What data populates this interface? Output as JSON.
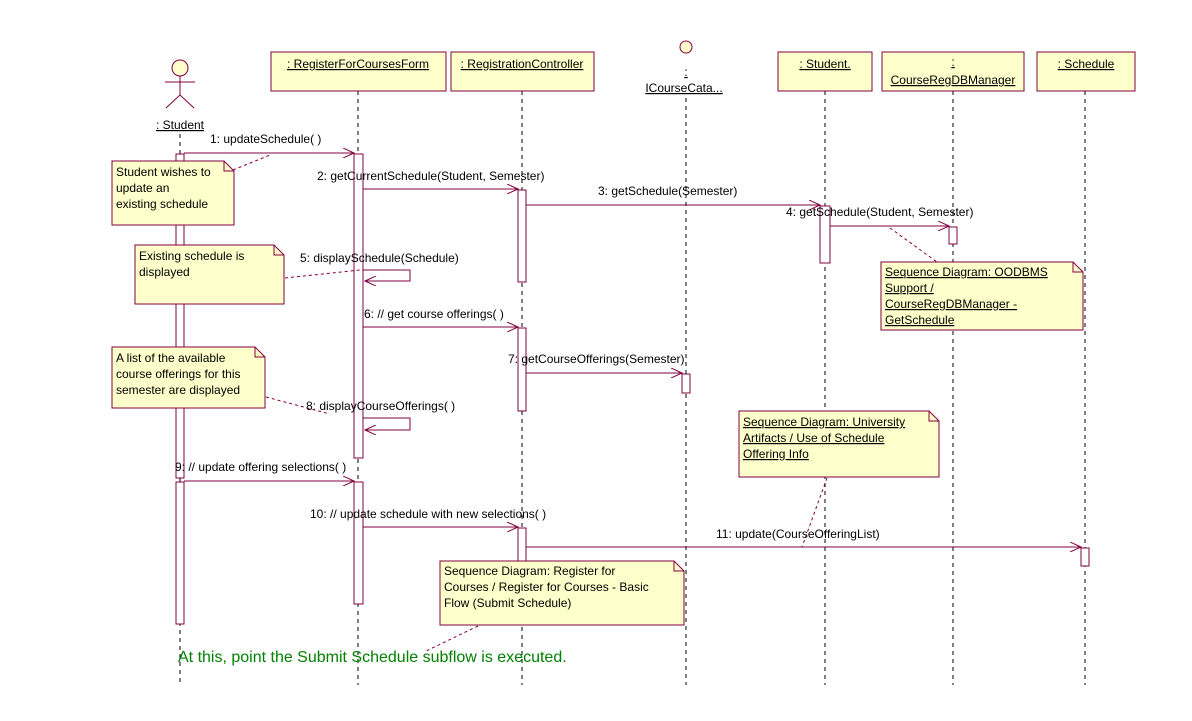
{
  "diagram": {
    "colors": {
      "line": "#800040",
      "lifeline": "#000000",
      "box_fill": "#ffffcc",
      "box_stroke": "#800040",
      "note_fill": "#ffffcc",
      "note_stroke": "#800040",
      "link_text": "#000080",
      "footer_text": "#008000"
    },
    "actor": {
      "label": ": Student"
    },
    "objects": [
      {
        "id": "form",
        "label": ": RegisterForCoursesForm"
      },
      {
        "id": "controller",
        "label": ": RegistrationController"
      },
      {
        "id": "catalog",
        "label_top": ":",
        "label": "ICourseCata..."
      },
      {
        "id": "student",
        "label": ": Student."
      },
      {
        "id": "dbmgr",
        "label_top": ":",
        "label": "CourseRegDBManager"
      },
      {
        "id": "schedule",
        "label": ": Schedule"
      }
    ],
    "messages": [
      {
        "id": "m1",
        "label": "1: updateSchedule( )"
      },
      {
        "id": "m2",
        "label": "2: getCurrentSchedule(Student, Semester)"
      },
      {
        "id": "m3",
        "label": "3: getSchedule(Semester)"
      },
      {
        "id": "m4",
        "label": "4: getSchedule(Student, Semester)"
      },
      {
        "id": "m5",
        "label": "5: displaySchedule(Schedule)"
      },
      {
        "id": "m6",
        "label": "6: // get course offerings( )"
      },
      {
        "id": "m7",
        "label": "7: getCourseOfferings(Semester)"
      },
      {
        "id": "m8",
        "label": "8: displayCourseOfferings( )"
      },
      {
        "id": "m9",
        "label": "9: // update offering selections( )"
      },
      {
        "id": "m10",
        "label": "10: // update schedule with new selections( )"
      },
      {
        "id": "m11",
        "label": "11: update(CourseOfferingList)"
      }
    ],
    "notes": [
      {
        "id": "n1",
        "lines": [
          "Student wishes to",
          "update an",
          "existing schedule"
        ]
      },
      {
        "id": "n2",
        "lines": [
          "Existing schedule is",
          "displayed"
        ]
      },
      {
        "id": "n3",
        "lines": [
          "Sequence Diagram: OODBMS",
          "Support /",
          "CourseRegDBManager -",
          "GetSchedule"
        ]
      },
      {
        "id": "n4",
        "lines": [
          "A list of the available",
          "course offerings for this",
          "semester are displayed"
        ]
      },
      {
        "id": "n5",
        "lines": [
          "Sequence Diagram: University",
          "Artifacts / Use of Schedule",
          "Offering Info"
        ]
      },
      {
        "id": "n6",
        "lines": [
          "Sequence Diagram: Register for",
          "Courses / Register for Courses - Basic",
          "Flow (Submit Schedule)"
        ]
      }
    ],
    "footer_text": "At this, point the Submit Schedule subflow is executed."
  }
}
